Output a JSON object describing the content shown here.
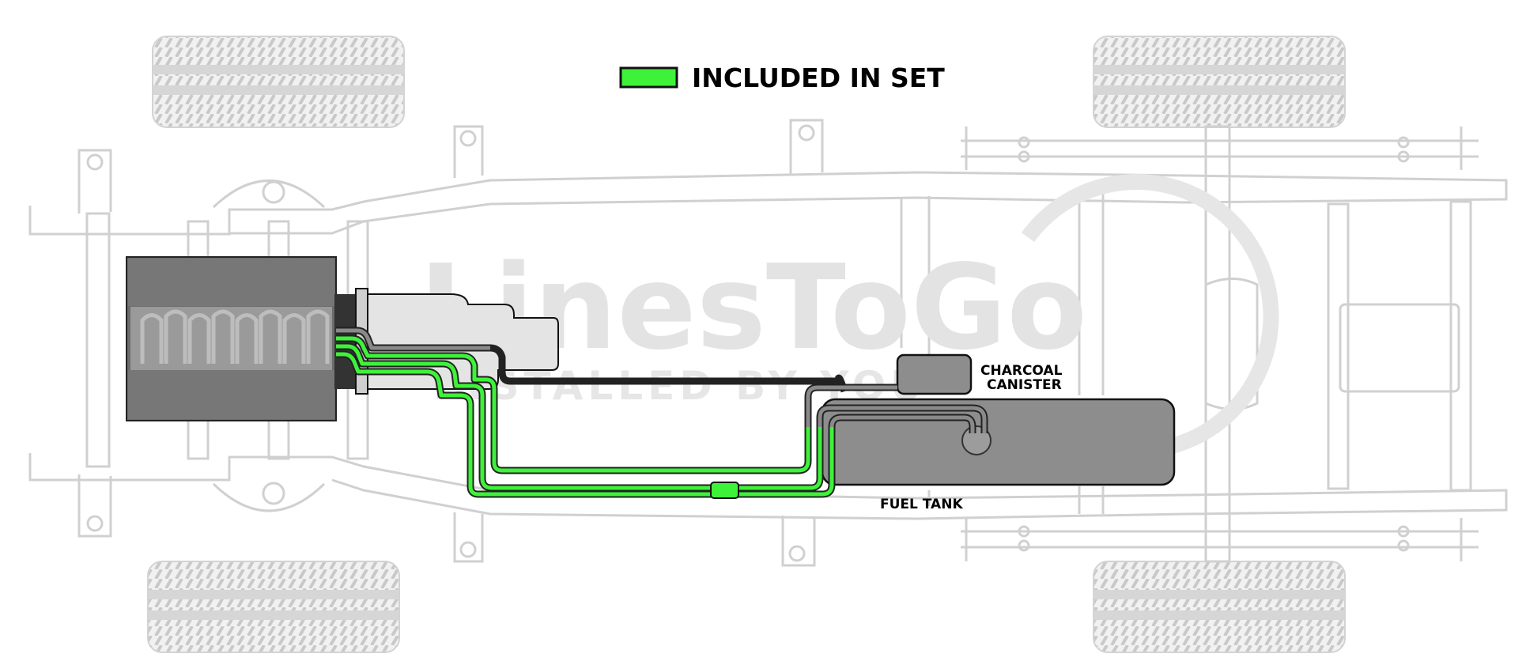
{
  "legend": {
    "label": "INCLUDED IN SET",
    "swatch_color": "#3ef23a"
  },
  "watermark": {
    "title": "LinesToGo",
    "subtitle": "INSTALLED BY YOU",
    "color": "#e3e3e3"
  },
  "labels": {
    "canister_line1": "CHARCOAL",
    "canister_line2": "CANISTER",
    "fuel_tank": "FUEL TANK"
  },
  "colors": {
    "included_line": "#3ef23a",
    "other_line": "#8a8a8a",
    "chassis_outline": "#d0d0d0",
    "tank_fill": "#8d8d8d",
    "engine_fill": "#6c6c6c",
    "transmission_fill": "#dedede"
  },
  "icons": {
    "tires": "tire-icon",
    "engine": "engine-icon",
    "filter": "fuel-filter-icon"
  }
}
